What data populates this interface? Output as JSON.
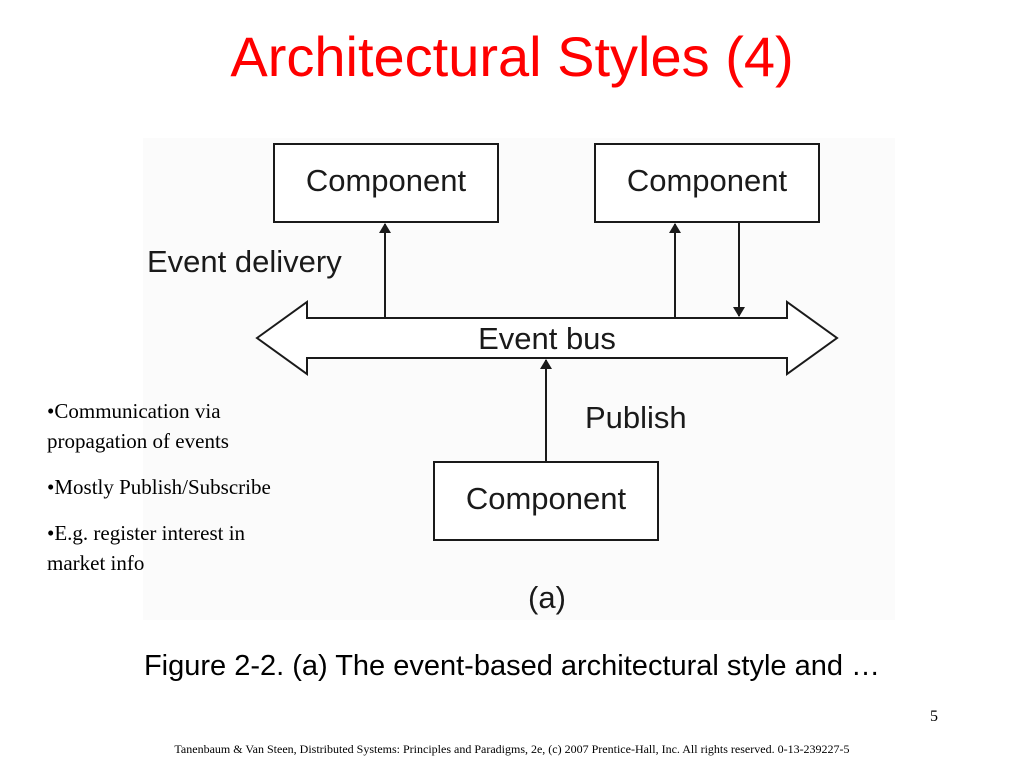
{
  "slide": {
    "title": "Architectural Styles (4)",
    "caption": "Figure 2-2. (a) The event-based architectural style and …",
    "page_number": "5",
    "footer": "Tanenbaum & Van Steen, Distributed Systems: Principles and Paradigms, 2e, (c) 2007 Prentice-Hall, Inc. All rights reserved. 0-13-239227-5"
  },
  "diagram": {
    "components": [
      {
        "label": "Component"
      },
      {
        "label": "Component"
      },
      {
        "label": "Component"
      }
    ],
    "event_delivery_label": "Event delivery",
    "event_bus_label": "Event bus",
    "publish_label": "Publish",
    "sublabel": "(a)"
  },
  "bullets": [
    "•Communication via propagation of events",
    "•Mostly Publish/Subscribe",
    "•E.g. register interest in market info"
  ]
}
